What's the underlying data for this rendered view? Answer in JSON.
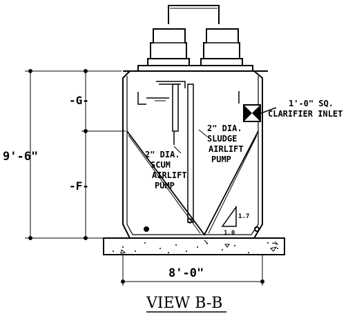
{
  "drawing": {
    "overall_height_dim": "9'-6\"",
    "g_dim": "-G-",
    "f_dim": "-F-",
    "width_dim": "8'-0\"",
    "scum_pump_label": [
      "2\" DIA.",
      "SCUM",
      "AIRLIFT",
      "PUMP"
    ],
    "sludge_pump_label": [
      "2\" DIA.",
      "SLUDGE",
      "AIRLIFT",
      "PUMP"
    ],
    "clarifier_inlet_label": [
      "1'-0\" SQ.",
      "CLARIFIER INLET"
    ],
    "slope_rise": "1.7",
    "slope_run": "1.0",
    "view_title": "VIEW B-B"
  }
}
